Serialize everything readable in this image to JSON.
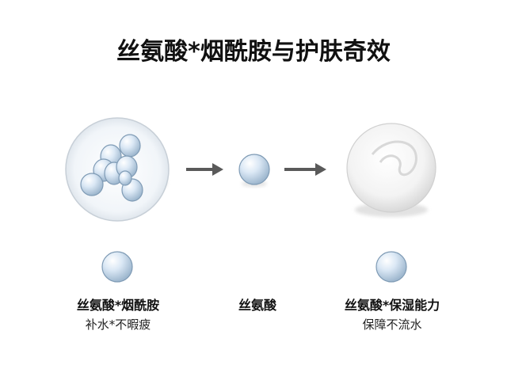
{
  "title": "丝氨酸*烟酰胺与护肤奇效",
  "columns": [
    {
      "label": "丝氨酸*烟酰胺",
      "sublabel": "补水*不暇疲"
    },
    {
      "label": "丝氨酸",
      "sublabel": ""
    },
    {
      "label": "丝氨酸*保湿能力",
      "sublabel": "保障不流水"
    }
  ],
  "colors": {
    "bead_fill": "#cfe0f0",
    "bead_stroke": "#7f9bb5",
    "arrow": "#5a5a5a",
    "cream": "#f4f4f4"
  },
  "icons": [
    "molecule-cluster-icon",
    "arrow-right-icon",
    "single-bead-icon",
    "arrow-right-icon",
    "cream-sphere-icon"
  ]
}
